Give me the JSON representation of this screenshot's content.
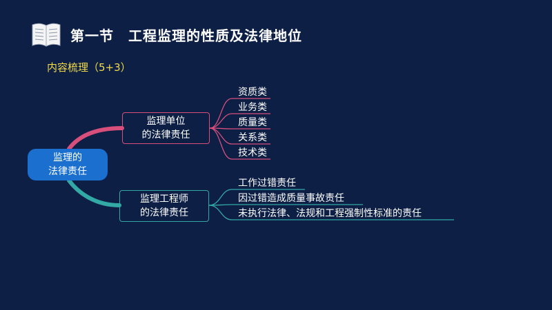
{
  "header": {
    "title": "第一节　工程监理的性质及法律地位",
    "subtitle": "内容梳理（5+3）"
  },
  "mindmap": {
    "root": "监理的\n法律责任",
    "branches": [
      {
        "label": "监理单位\n的法律责任",
        "color": "#d84f7c",
        "leaves": [
          "资质类",
          "业务类",
          "质量类",
          "关系类",
          "技术类"
        ]
      },
      {
        "label": "监理工程师\n的法律责任",
        "color": "#33a9a6",
        "leaves": [
          "工作过错责任",
          "因过错造成质量事故责任",
          "未执行法律、法规和工程强制性标准的责任"
        ]
      }
    ]
  },
  "colors": {
    "background": "#0d1f45",
    "title": "#ffffff",
    "subtitle": "#f3dc4a",
    "root": "#1a6fcf"
  },
  "icons": {
    "header_icon": "open-book-icon"
  }
}
